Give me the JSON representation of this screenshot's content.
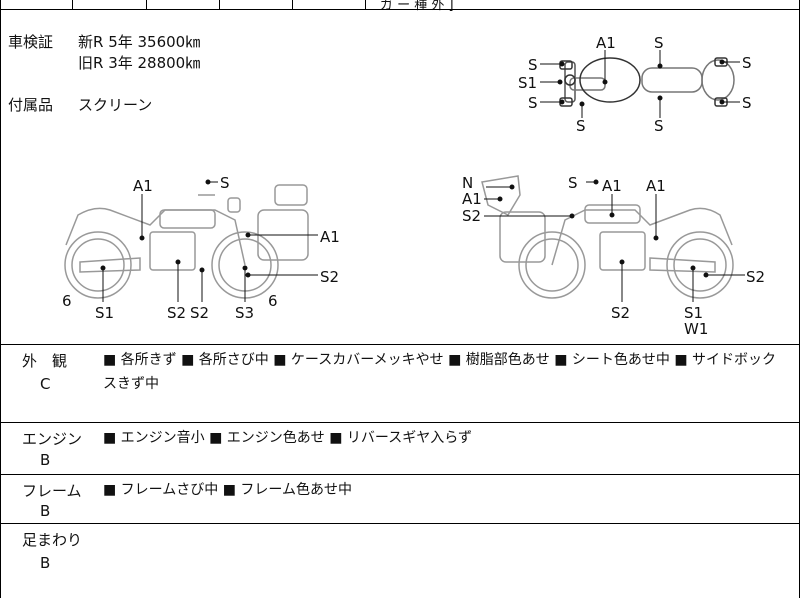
{
  "header": {
    "partial_text": "ガ ー 種 外 ]"
  },
  "inspection": {
    "label": "車検証",
    "new_line": "新R  5年  35600㎞",
    "old_line": "旧R  3年  28800㎞"
  },
  "accessories": {
    "label": "付属品",
    "value": "スクリーン"
  },
  "diagram_labels": {
    "top_a1": "A1",
    "top_s": "S",
    "top_s1": "S1",
    "left_a1": "A1",
    "left_s": "S",
    "left_s1": "S1",
    "left_s2": "S2",
    "left_s3": "S3",
    "left_6": "6",
    "right_n": "N",
    "right_a1": "A1",
    "right_s": "S",
    "right_s1": "S1",
    "right_s2": "S2",
    "right_w1": "W1"
  },
  "rows": [
    {
      "label": "外　観",
      "grade": "C",
      "content": "■ 各所きず ■ 各所さび中 ■ ケースカバーメッキやせ ■ 樹脂部色あせ ■ シート色あせ中 ■ サイドボックスきず中"
    },
    {
      "label": "エンジン",
      "grade": "B",
      "content": "■ エンジン音小 ■ エンジン色あせ ■ リバースギヤ入らず"
    },
    {
      "label": "フレーム",
      "grade": "B",
      "content": "■ フレームさび中 ■ フレーム色あせ中"
    },
    {
      "label": "足まわり",
      "grade": "B",
      "content": ""
    }
  ]
}
